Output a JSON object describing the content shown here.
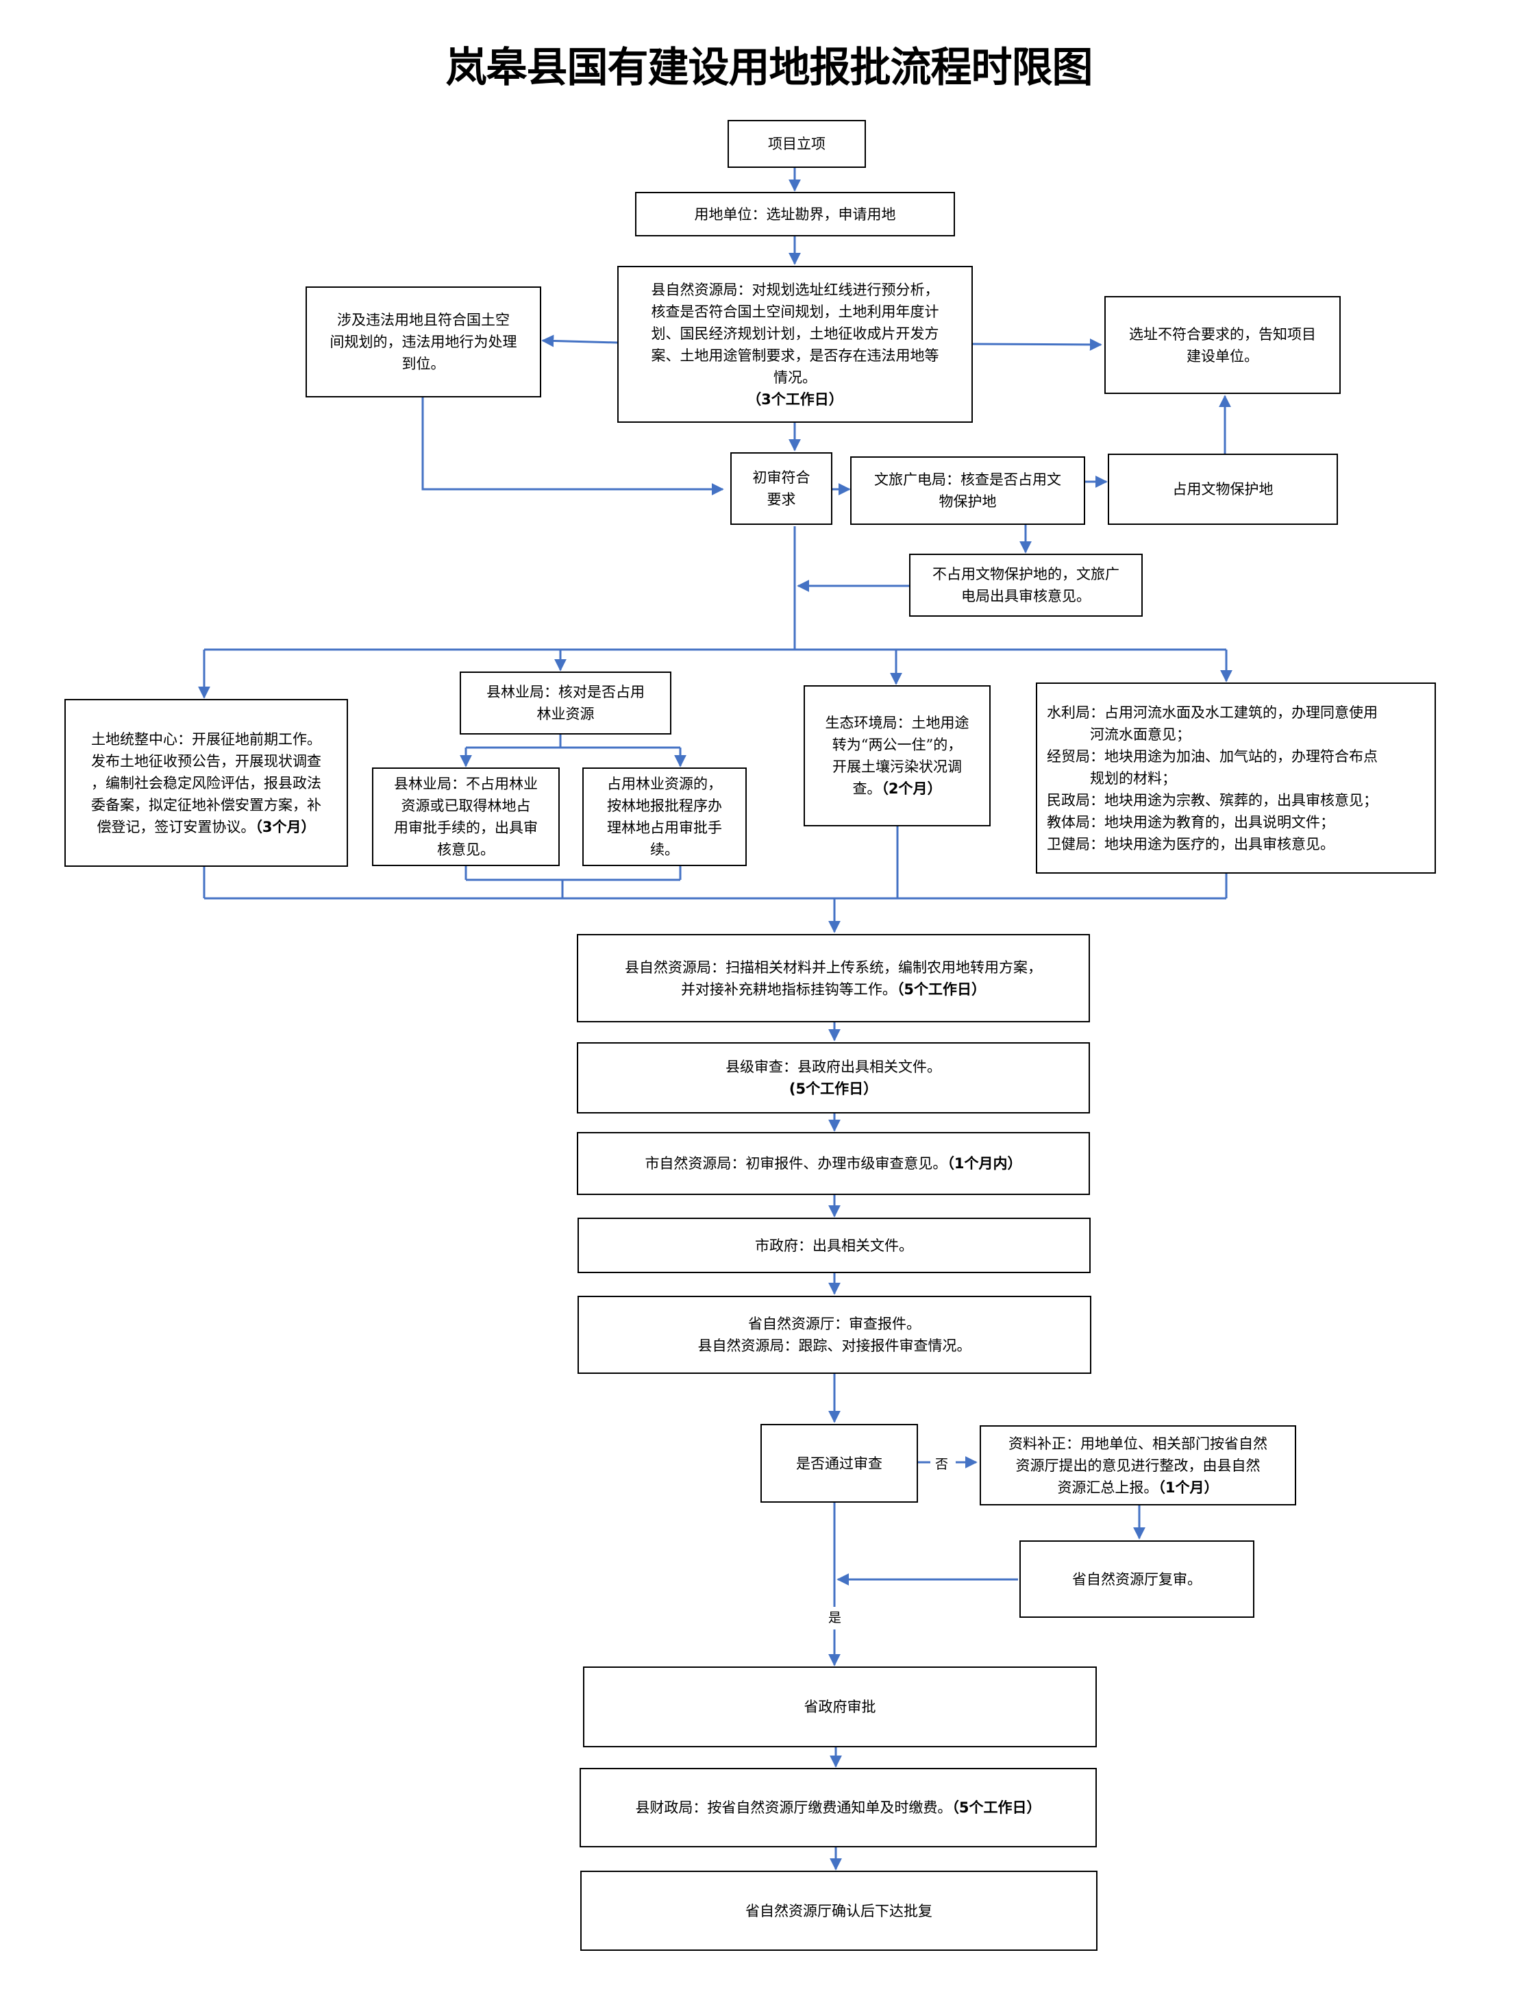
{
  "title": "岚皋县国有建设用地报批流程时限图",
  "nodes": {
    "project": [
      "项目立项"
    ],
    "applicant": [
      "用地单位：选址勘界，申请用地"
    ],
    "county_nr_review": [
      "县自然资源局：对规划选址红线进行预分析，",
      "核查是否符合国土空间规划，土地利用年度计",
      "划、国民经济规划计划，土地征收成片开发方",
      "案、土地用途管制要求，是否存在违法用地等",
      "情况。",
      "（3个工作日）"
    ],
    "illegal": [
      "涉及违法用地且符合国土空",
      "间规划的，违法用地行为处理",
      "到位。"
    ],
    "not_qualified": [
      "选址不符合要求的，告知项目",
      "建设单位。"
    ],
    "prelim_pass": [
      "初审符合",
      "要求"
    ],
    "culture_check": [
      "文旅广电局：核查是否占用文",
      "物保护地"
    ],
    "culture_occupied": [
      "占用文物保护地"
    ],
    "culture_not_occupied": [
      "不占用文物保护地的，文旅广",
      "电局出具审核意见。"
    ],
    "land_center": [
      "土地统整中心：开展征地前期工作。",
      "发布土地征收预公告，开展现状调查",
      "，编制社会稳定风险评估，报县政法",
      "委备案，拟定征地补偿安置方案，补",
      "偿登记，签订安置协议。",
      "（3个月）"
    ],
    "forestry": [
      "县林业局：核对是否占用",
      "林业资源"
    ],
    "forestry_no": [
      "县林业局：不占用林业",
      "资源或已取得林地占",
      "用审批手续的，出具审",
      "核意见。"
    ],
    "forestry_yes": [
      "占用林业资源的，",
      "按林地报批程序办",
      "理林地占用审批手",
      "续。"
    ],
    "ecology": [
      "生态环境局：土地用途",
      "转为“两公一住”的，",
      "开展土壤污染状况调",
      "查。",
      "（2个月）"
    ],
    "water_etc": [
      "水利局：占用河流水面及水工建筑的，办理同意使用",
      "　　　河流水面意见；",
      "经贸局：地块用途为加油、加气站的，办理符合布点",
      "　　　规划的材料；",
      "民政局：地块用途为宗教、殡葬的，出具审核意见；",
      "教体局：地块用途为教育的，出具说明文件；",
      "卫健局：地块用途为医疗的，出具审核意见。"
    ],
    "county_nr_upload": [
      "县自然资源局：扫描相关材料并上传系统，编制农用地转用方案，",
      "并对接补充耕地指标挂钩等工作。",
      "（5个工作日）"
    ],
    "county_review": [
      "县级审查：县政府出具相关文件。",
      "(5个工作日）"
    ],
    "city_nr": [
      "市自然资源局：初审报件、办理市级审查意见。",
      "（1个月内）"
    ],
    "city_gov": [
      "市政府：出具相关文件。"
    ],
    "prov_nr": [
      "省自然资源厅：审查报件。",
      "县自然资源局：跟踪、对接报件审查情况。"
    ],
    "pass_check": [
      "是否通过审查"
    ],
    "supplement": [
      "资料补正：用地单位、相关部门按省自然",
      "资源厅提出的意见进行整改，由县自然",
      "资源汇总上报。",
      "（1个月）"
    ],
    "prov_recheck": [
      "省自然资源厅复审。"
    ],
    "prov_gov": [
      "省政府审批"
    ],
    "finance": [
      "县财政局：按省自然资源厅缴费通知单及时缴费。",
      "（5个工作日）"
    ],
    "final": [
      "省自然资源厅确认后下达批复"
    ]
  },
  "labels": {
    "no": "否",
    "yes": "是"
  },
  "colors": {
    "connector": "#4472c4",
    "border": "#000000"
  }
}
